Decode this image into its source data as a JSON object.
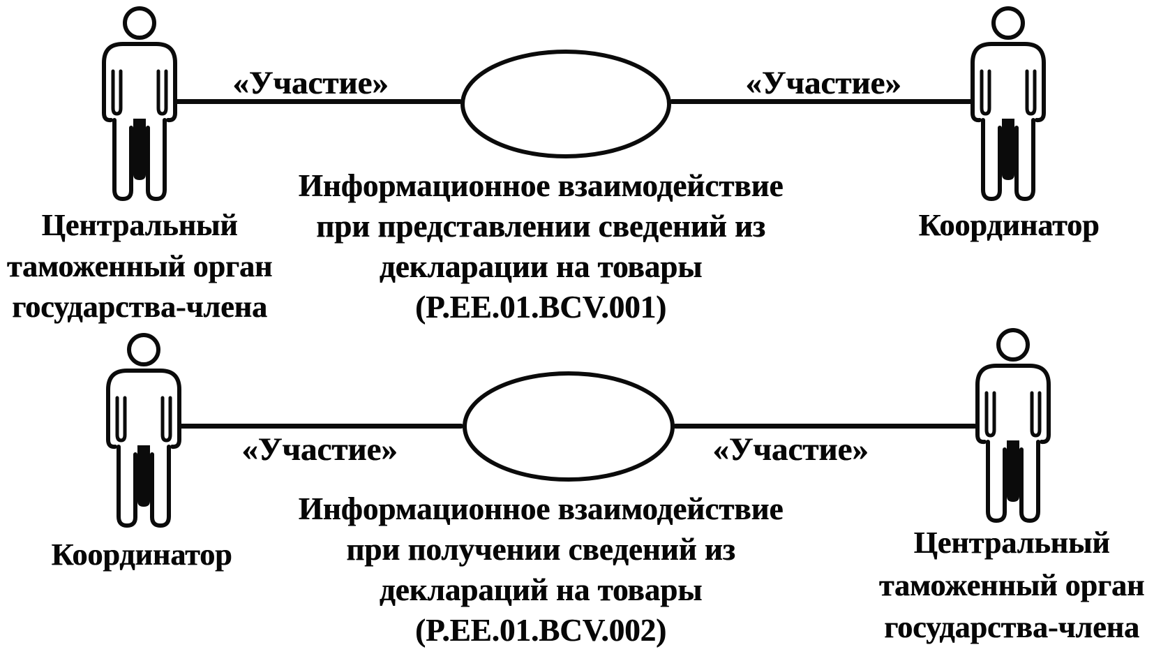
{
  "canvas": {
    "background": "#ffffff",
    "ink": "#0b0b0b"
  },
  "diagrams": [
    {
      "left_actor": {
        "label_lines": [
          "Центральный",
          "таможенный орган",
          "государства-члена"
        ]
      },
      "left_link": {
        "stereotype": "«Участие»"
      },
      "usecase": {
        "label_lines": [
          "Информационное взаимодействие",
          "при представлении сведений из",
          "декларации на товары",
          "(P.EE.01.BCV.001)"
        ]
      },
      "right_link": {
        "stereotype": "«Участие»"
      },
      "right_actor": {
        "label_lines": [
          "Координатор"
        ]
      }
    },
    {
      "left_actor": {
        "label_lines": [
          "Координатор"
        ]
      },
      "left_link": {
        "stereotype": "«Участие»"
      },
      "usecase": {
        "label_lines": [
          "Информационное взаимодействие",
          "при получении сведений из",
          "деклараций на товары",
          "(P.EE.01.BCV.002)"
        ]
      },
      "right_link": {
        "stereotype": "«Участие»"
      },
      "right_actor": {
        "label_lines": [
          "Центральный",
          "таможенный орган",
          "государства-члена"
        ]
      }
    }
  ]
}
